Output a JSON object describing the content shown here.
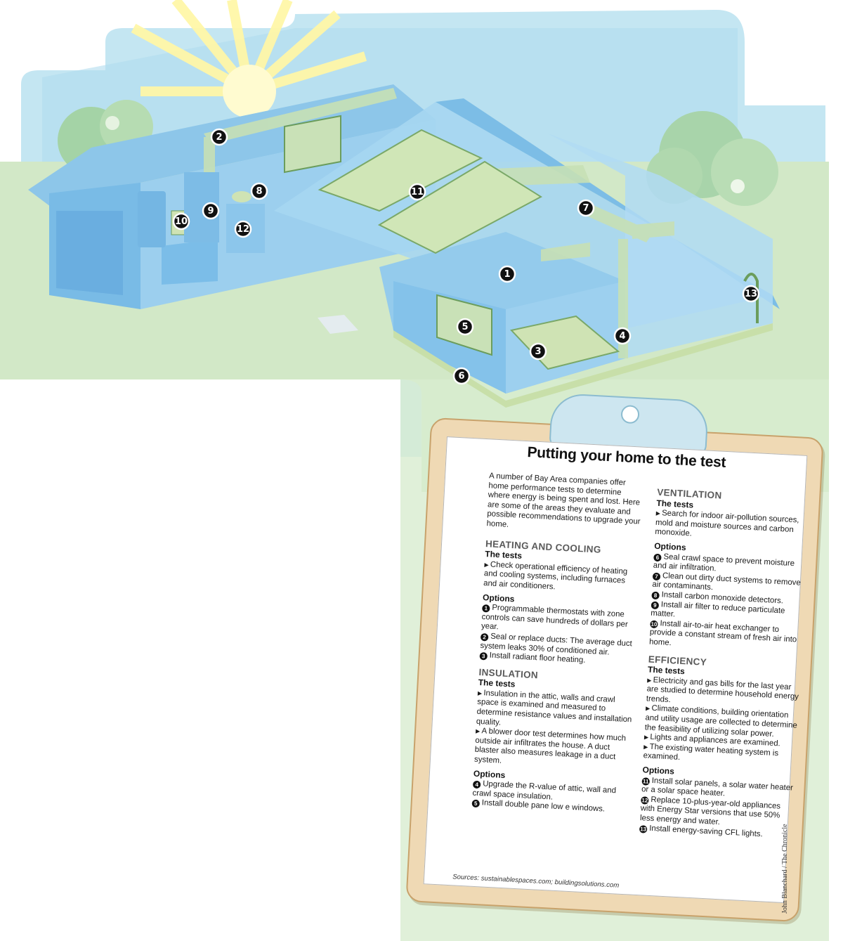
{
  "colors": {
    "sky": "#bfe3f0",
    "grass": "#cfe6c6",
    "house": "#8ec7e8",
    "house_dark": "#6fb1dc",
    "accent_green": "#c8dfa9",
    "sun": "#fff7a8"
  },
  "markers": [
    {
      "n": "1",
      "label": "Thermostat"
    },
    {
      "n": "2",
      "label": "Ducts"
    },
    {
      "n": "3",
      "label": "Radiant floor heating"
    },
    {
      "n": "4",
      "label": "Wall insulation"
    },
    {
      "n": "5",
      "label": "Windows"
    },
    {
      "n": "6",
      "label": "Crawl space"
    },
    {
      "n": "7",
      "label": "Duct systems"
    },
    {
      "n": "8",
      "label": "Carbon monoxide detector"
    },
    {
      "n": "9",
      "label": "Air filter"
    },
    {
      "n": "10",
      "label": "Heat exchanger"
    },
    {
      "n": "11",
      "label": "Solar panels"
    },
    {
      "n": "12",
      "label": "Appliances"
    },
    {
      "n": "13",
      "label": "CFL lights"
    }
  ],
  "panel": {
    "title": "Putting your home to the test",
    "intro": "A number of Bay Area companies offer home performance tests to determine where energy is being spent and lost. Here are some of the areas they evaluate and possible recommendations to upgrade your home.",
    "heating": {
      "title": "HEATING AND COOLING",
      "tests_label": "The tests",
      "tests": [
        "Check operational efficiency of heating and cooling systems, including furnaces and air conditioners."
      ],
      "options_label": "Options",
      "options": [
        {
          "n": "1",
          "text": "Programmable thermostats with zone controls can save hundreds of dollars per year."
        },
        {
          "n": "2",
          "text": "Seal or replace ducts: The average duct system leaks 30% of conditioned air."
        },
        {
          "n": "3",
          "text": "Install radiant floor heating."
        }
      ]
    },
    "insulation": {
      "title": "INSULATION",
      "tests_label": "The tests",
      "tests": [
        "Insulation in the attic, walls and crawl space is examined and measured to determine resistance values and installation quality.",
        "A blower door test determines how much outside air infiltrates the house. A duct blaster also measures leakage in a duct system."
      ],
      "options_label": "Options",
      "options": [
        {
          "n": "4",
          "text": "Upgrade the R-value of attic, wall and crawl space insulation."
        },
        {
          "n": "5",
          "text": "Install double pane low e windows."
        }
      ]
    },
    "ventilation": {
      "title": "VENTILATION",
      "tests_label": "The tests",
      "tests": [
        "Search for indoor air-pollution sources, mold and moisture sources and carbon monoxide."
      ],
      "options_label": "Options",
      "options": [
        {
          "n": "6",
          "text": "Seal crawl space to prevent moisture and air infiltration."
        },
        {
          "n": "7",
          "text": "Clean out dirty duct systems to remove air contaminants."
        },
        {
          "n": "8",
          "text": "Install carbon monoxide detectors."
        },
        {
          "n": "9",
          "text": "Install air filter to reduce particulate matter."
        },
        {
          "n": "10",
          "text": "Install air-to-air heat exchanger to provide a constant stream of fresh air into home."
        }
      ]
    },
    "efficiency": {
      "title": "EFFICIENCY",
      "tests_label": "The tests",
      "tests": [
        "Electricity and gas bills for the last year are studied to determine household energy trends.",
        "Climate conditions, building orientation and utility usage are collected to determine the feasibility of utilizing solar power.",
        "Lights and appliances are examined.",
        "The existing water heating system is examined."
      ],
      "options_label": "Options",
      "options": [
        {
          "n": "11",
          "text": "Install solar panels, a solar water heater or a solar space heater."
        },
        {
          "n": "12",
          "text": "Replace 10-plus-year-old appliances with Energy Star versions that use 50% less energy and water."
        },
        {
          "n": "13",
          "text": "Install energy-saving CFL lights."
        }
      ]
    },
    "sources": "Sources: sustainablespaces.com; buildingsolutions.com"
  },
  "credit": "John Blanchard / The Chronicle"
}
